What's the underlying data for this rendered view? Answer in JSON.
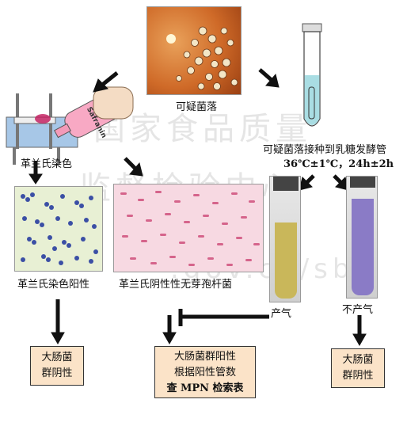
{
  "nodes": {
    "colonies": {
      "label": "可疑菌落"
    },
    "lactose_tube": {
      "label_line1": "可疑菌落接种到乳糖发酵管",
      "label_line2": "36℃±1℃，24h±2h"
    },
    "gram_stain": {
      "label": "革兰氏染色",
      "bottle_text": "Safranin"
    },
    "gram_positive": {
      "label": "革兰氏染色阳性"
    },
    "gram_negative": {
      "label": "革兰氏阴性性无芽孢杆菌"
    },
    "gas": {
      "label": "产气"
    },
    "no_gas": {
      "label": "不产气"
    }
  },
  "results": {
    "left": {
      "line1": "大肠菌",
      "line2": "群阴性"
    },
    "middle": {
      "line1": "大肠菌群阳性",
      "line2": "根据阳性管数",
      "line3": "查 MPN 检索表"
    },
    "right": {
      "line1": "大肠菌",
      "line2": "群阴性"
    }
  },
  "watermark": {
    "line1": "国家食品质量",
    "line2": "监督检验中心",
    "line3": ".gov.cn/sbs"
  }
}
